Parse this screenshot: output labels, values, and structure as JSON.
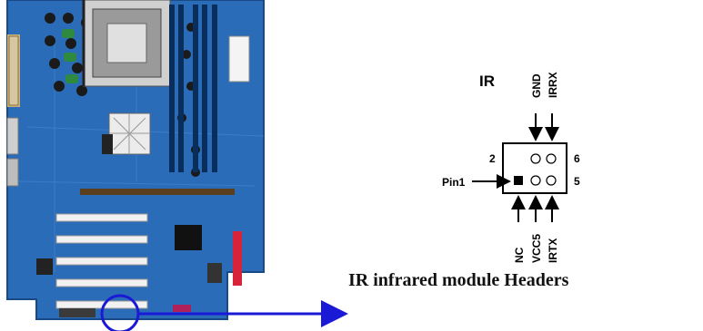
{
  "header": {
    "name": "IR",
    "top_pins": [
      "GND",
      "IRRX"
    ],
    "bottom_pins": [
      "NC",
      "VCC5",
      "IRTX"
    ],
    "pin_numbers": {
      "top_left": "2",
      "top_right": "6",
      "bottom_right": "5"
    },
    "pin1_label": "Pin1"
  },
  "caption": "IR infrared module Headers",
  "colors": {
    "board": "#1e5fa8",
    "highlight_circle": "#1a1ad6",
    "arrow": "#1a1ad6"
  }
}
